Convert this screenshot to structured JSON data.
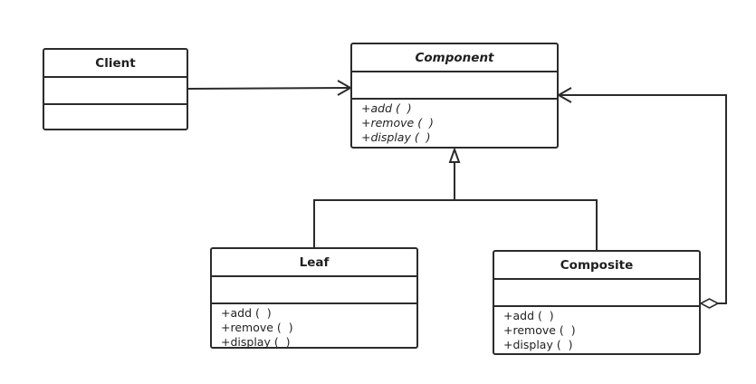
{
  "colors": {
    "line": "#2b2b2b",
    "background": "#ffffff"
  },
  "classes": {
    "client": {
      "name": "Client",
      "operations": []
    },
    "component": {
      "name": "Component",
      "abstract": true,
      "operations": [
        "+add (  )",
        "+remove (  )",
        "+display (  )"
      ]
    },
    "leaf": {
      "name": "Leaf",
      "operations": [
        "+add (  )",
        "+remove (  )",
        "+display (  )"
      ]
    },
    "composite": {
      "name": "Composite",
      "operations": [
        "+add (  )",
        "+remove (  )",
        "+display (  )"
      ]
    }
  },
  "relationships": [
    {
      "type": "association",
      "from": "Client",
      "to": "Component"
    },
    {
      "type": "generalization",
      "from": "Leaf",
      "to": "Component"
    },
    {
      "type": "generalization",
      "from": "Composite",
      "to": "Component"
    },
    {
      "type": "aggregation",
      "from": "Composite",
      "to": "Component"
    }
  ]
}
